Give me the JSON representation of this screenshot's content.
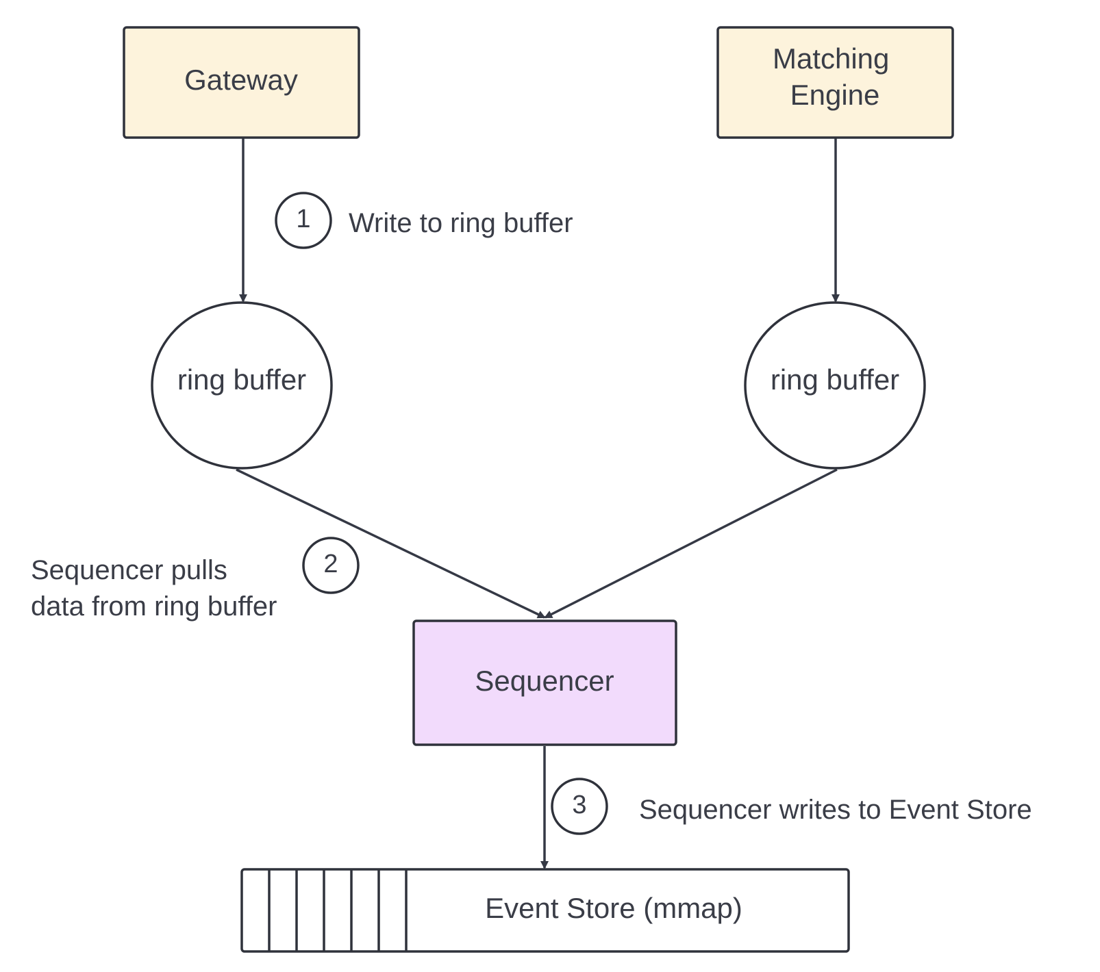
{
  "nodes": {
    "gateway": {
      "label": "Gateway",
      "fill": "#fdf3dc"
    },
    "matching_engine": {
      "label_lines": [
        "Matching",
        "Engine"
      ],
      "fill": "#fdf3dc"
    },
    "ring_buffer_left": {
      "label": "ring buffer"
    },
    "ring_buffer_right": {
      "label": "ring buffer"
    },
    "sequencer": {
      "label": "Sequencer",
      "fill": "#f2dbfc"
    },
    "event_store": {
      "label": "Event Store (mmap)",
      "slots": 6
    }
  },
  "steps": [
    {
      "number": "1",
      "label_lines": [
        "Write to ring buffer"
      ]
    },
    {
      "number": "2",
      "label_lines": [
        "Sequencer pulls",
        "data from ring buffer"
      ]
    },
    {
      "number": "3",
      "label_lines": [
        "Sequencer writes to Event Store"
      ]
    }
  ],
  "colors": {
    "stroke": "#2f323b",
    "text": "#3a3d47",
    "component_fill": "#fdf3dc",
    "sequencer_fill": "#f2dbfc"
  }
}
